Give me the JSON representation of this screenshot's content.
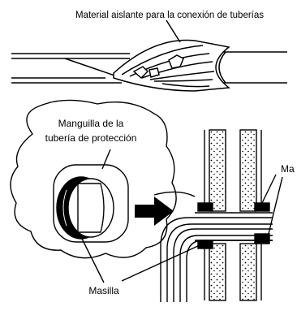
{
  "labels": {
    "insulation": "Material aislante para la conexión de tuberías",
    "sleeve_line1": "Manguilla de la",
    "sleeve_line2": "tubería de protección",
    "masilla_left": "Masilla",
    "masilla_right": "Ma"
  }
}
